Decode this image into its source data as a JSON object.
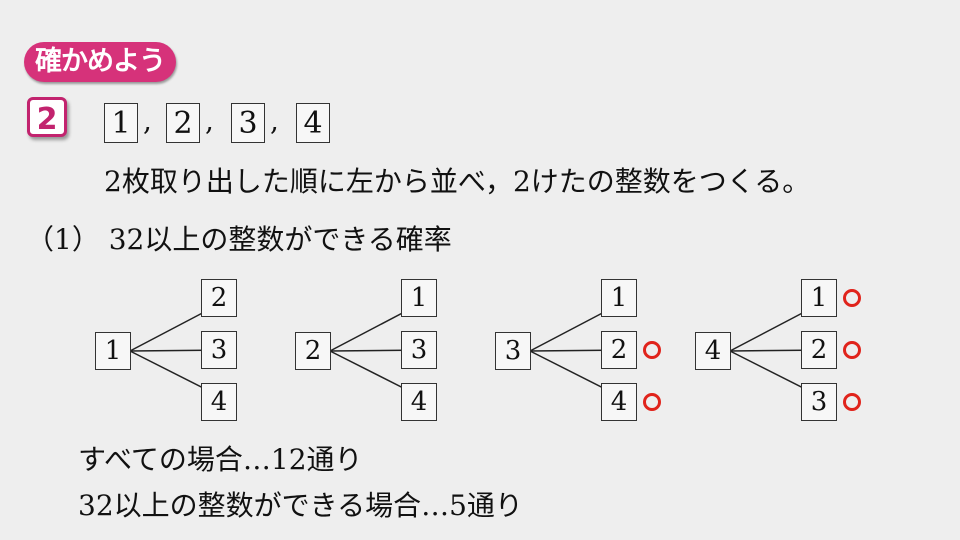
{
  "header": {
    "badge": "確かめよう",
    "problem_number": "2"
  },
  "cards": [
    "1",
    "2",
    "3",
    "4"
  ],
  "separator": ",",
  "instruction": "2枚取り出した順に左から並べ，2けたの整数をつくる。",
  "question": "（1） 32以上の整数ができる確率",
  "trees": [
    {
      "root": "1",
      "children": [
        "2",
        "3",
        "4"
      ],
      "marked": [
        false,
        false,
        false
      ]
    },
    {
      "root": "2",
      "children": [
        "1",
        "3",
        "4"
      ],
      "marked": [
        false,
        false,
        false
      ]
    },
    {
      "root": "3",
      "children": [
        "1",
        "2",
        "4"
      ],
      "marked": [
        false,
        true,
        true
      ]
    },
    {
      "root": "4",
      "children": [
        "1",
        "2",
        "3"
      ],
      "marked": [
        true,
        true,
        true
      ]
    }
  ],
  "summary": [
    "すべての場合…12通り",
    "32以上の整数ができる場合…5通り"
  ],
  "colors": {
    "accent": "#d6327a",
    "mark": "#e0231b"
  }
}
